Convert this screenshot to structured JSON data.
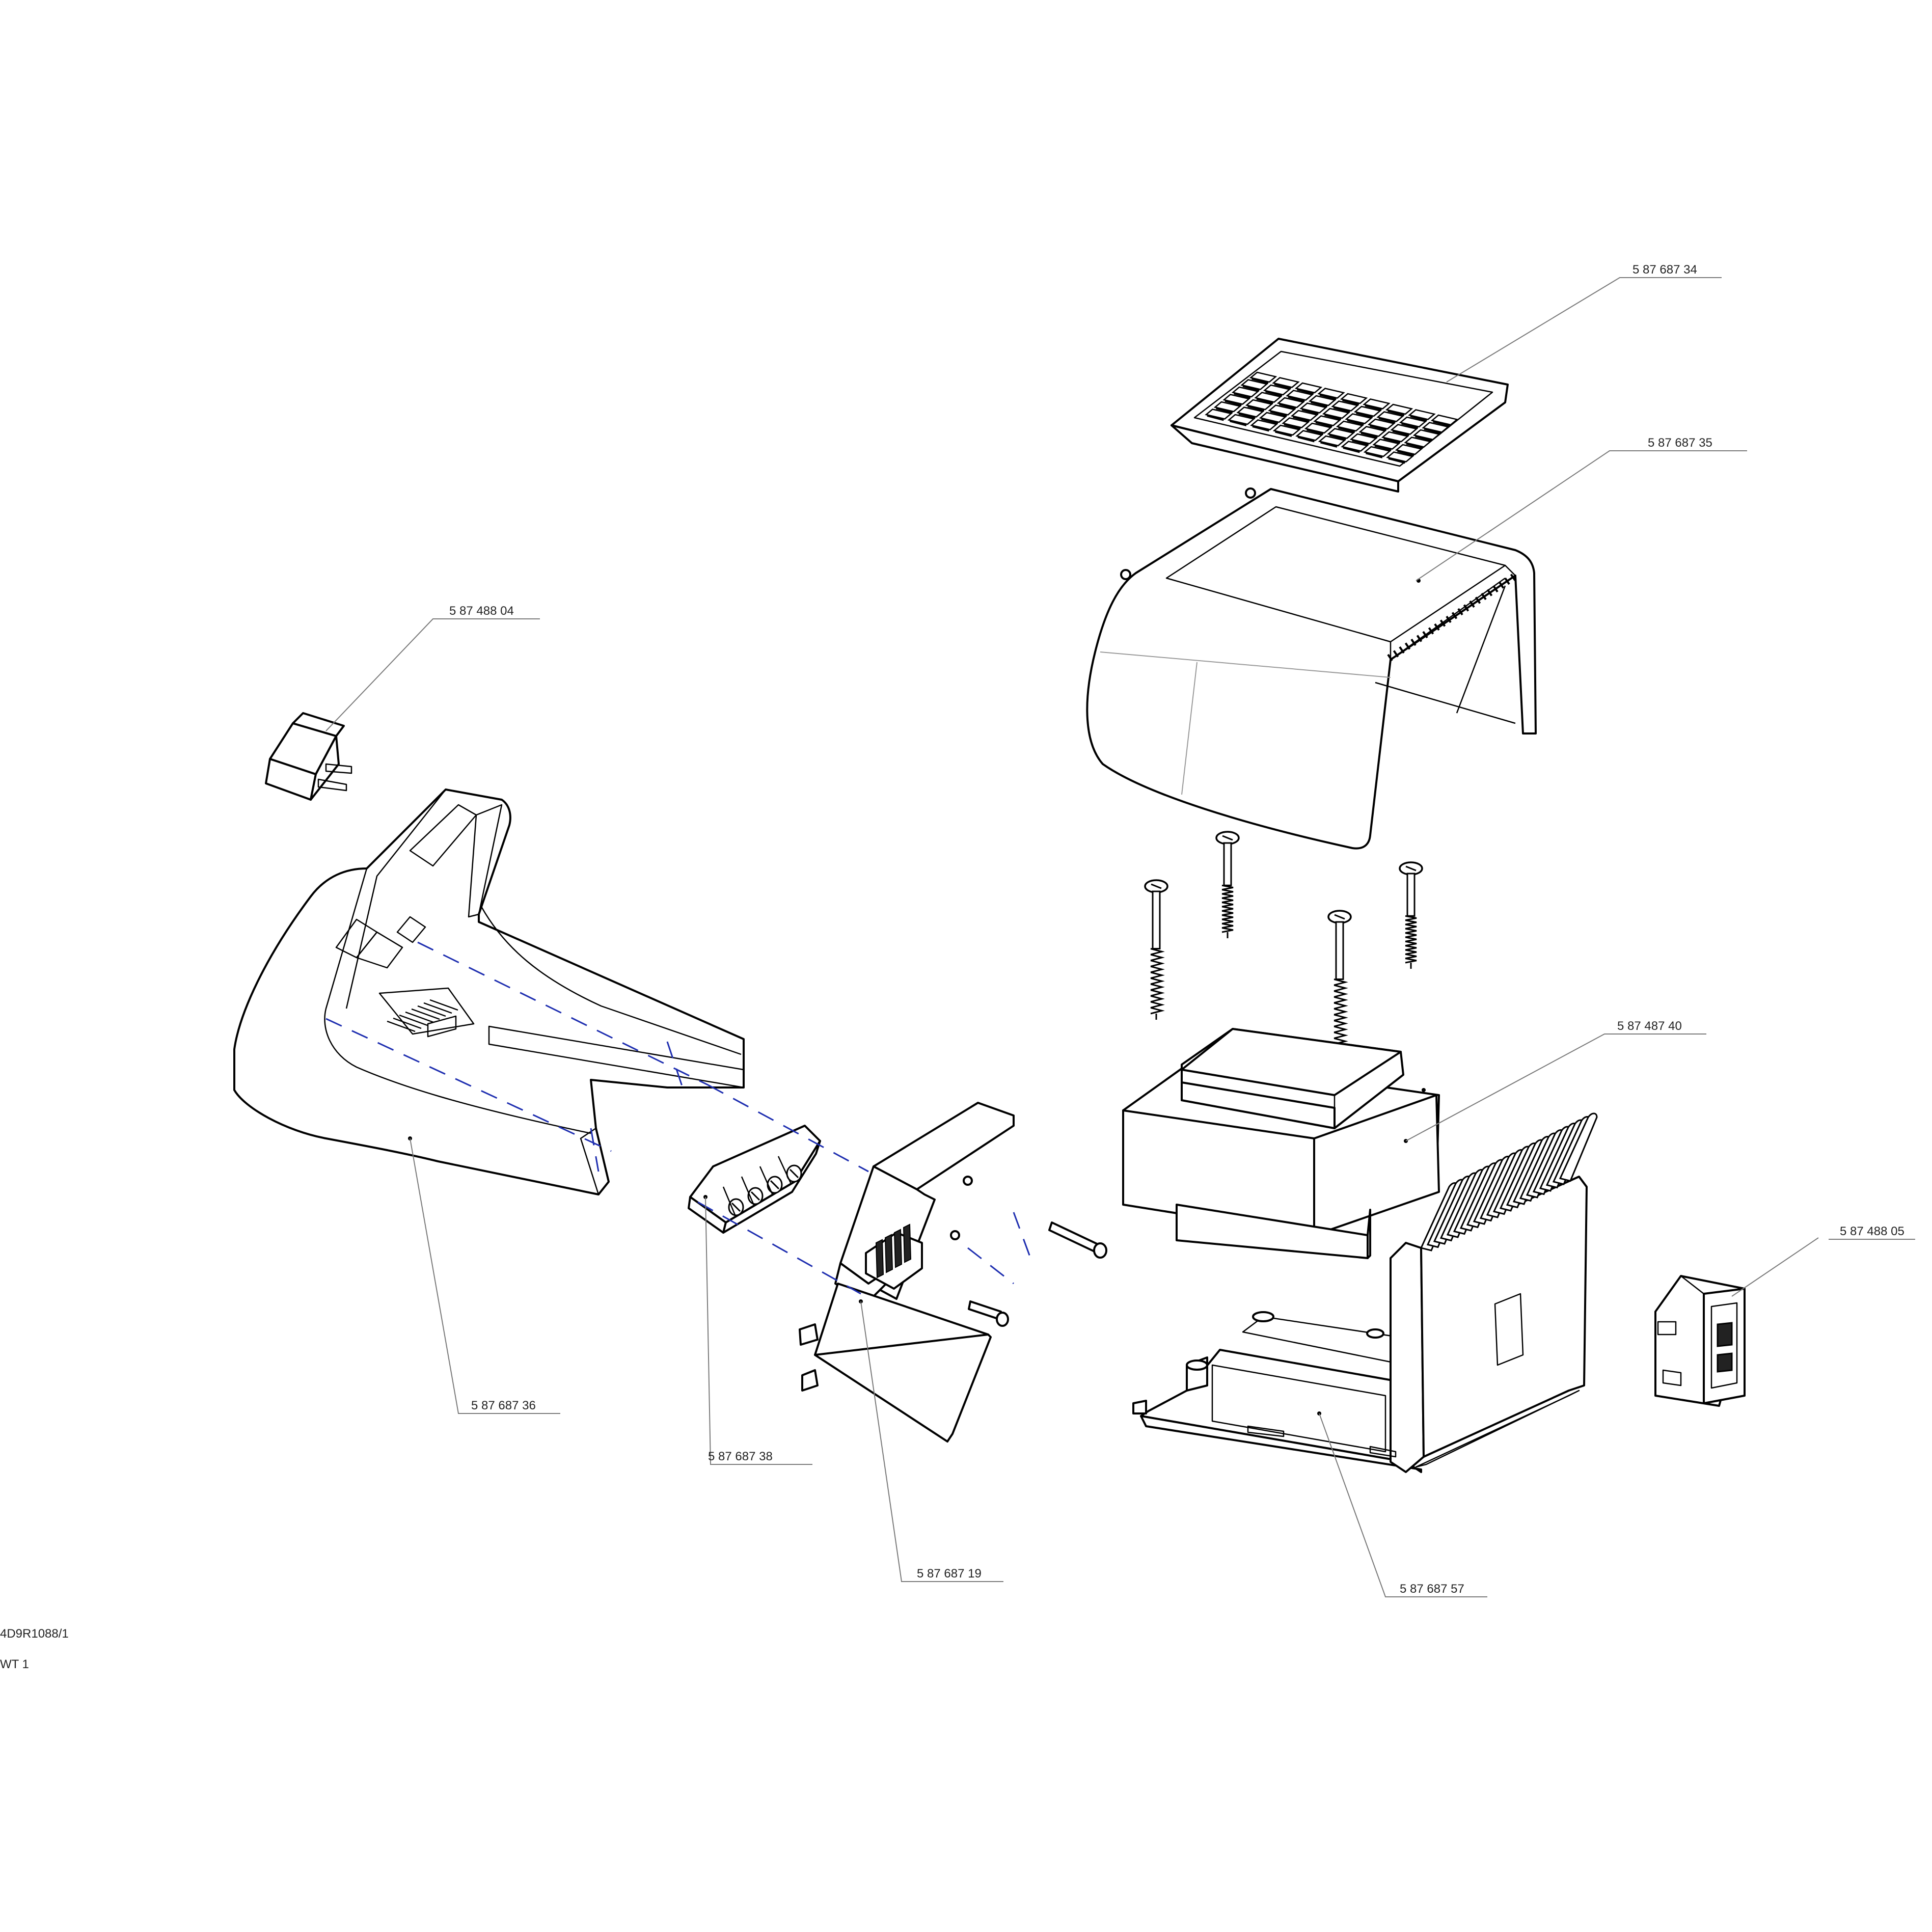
{
  "drawing": {
    "drawing_number": "4D9R1088/1",
    "sheet_code": "WT 1"
  },
  "parts": [
    {
      "id": "filter_grid",
      "part_number": "5 87 687 34"
    },
    {
      "id": "top_cover",
      "part_number": "5 87 687 35"
    },
    {
      "id": "switch",
      "part_number": "5 87 488 04"
    },
    {
      "id": "transformer",
      "part_number": "5 87 487 40"
    },
    {
      "id": "socket_inlet",
      "part_number": "5 87 488 05"
    },
    {
      "id": "front_housing",
      "part_number": "5 87 687 36"
    },
    {
      "id": "terminal_block",
      "part_number": "5 87 687 38"
    },
    {
      "id": "circuit_board",
      "part_number": "5 87 687 19"
    },
    {
      "id": "base_frame",
      "part_number": "5 87 687 57"
    }
  ],
  "colors": {
    "line": "#000000",
    "leader": "#7a7a7a",
    "assembly_dash": "#1f2fb0"
  }
}
